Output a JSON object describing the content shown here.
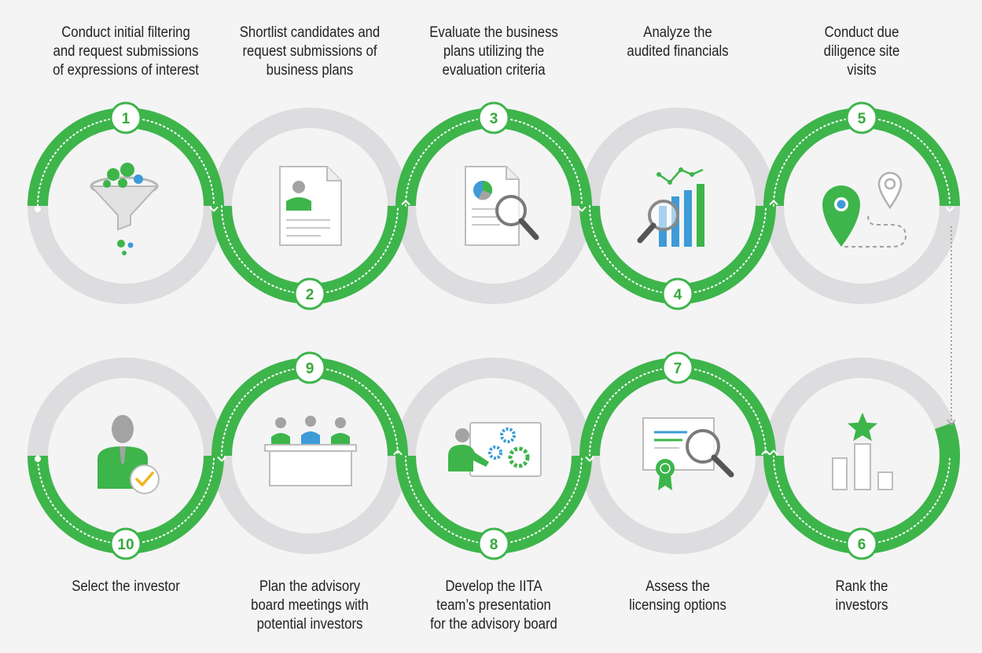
{
  "colors": {
    "green": "#3db54a",
    "green_dark": "#2e9e3a",
    "gray_ring": "#dddcde",
    "blue": "#3d9bd7",
    "gray_icon": "#a3a3a3",
    "check": "#f0b41e"
  },
  "steps": [
    {
      "number": "1",
      "caption": "Conduct initial filtering\nand request submissions\nof expressions of interest",
      "icon": "funnel-icon"
    },
    {
      "number": "2",
      "caption": "Shortlist candidates and\nrequest submissions of\nbusiness plans",
      "icon": "profile-document-icon"
    },
    {
      "number": "3",
      "caption": "Evaluate the business\nplans utilizing the\nevaluation criteria",
      "icon": "report-magnifier-icon"
    },
    {
      "number": "4",
      "caption": "Analyze the\naudited financials",
      "icon": "bar-chart-magnifier-icon"
    },
    {
      "number": "5",
      "caption": "Conduct due\ndiligence site\nvisits",
      "icon": "map-pin-route-icon"
    },
    {
      "number": "6",
      "caption": "Rank the\ninvestors",
      "icon": "ranking-star-icon"
    },
    {
      "number": "7",
      "caption": "Assess the\nlicensing options",
      "icon": "certificate-magnifier-icon"
    },
    {
      "number": "8",
      "caption": "Develop the IITA\nteam’s presentation\nfor the advisory board",
      "icon": "presenter-gears-icon"
    },
    {
      "number": "9",
      "caption": "Plan the advisory\nboard meetings with\npotential investors",
      "icon": "board-panel-icon"
    },
    {
      "number": "10",
      "caption": "Select the investor",
      "icon": "approved-person-icon"
    }
  ]
}
